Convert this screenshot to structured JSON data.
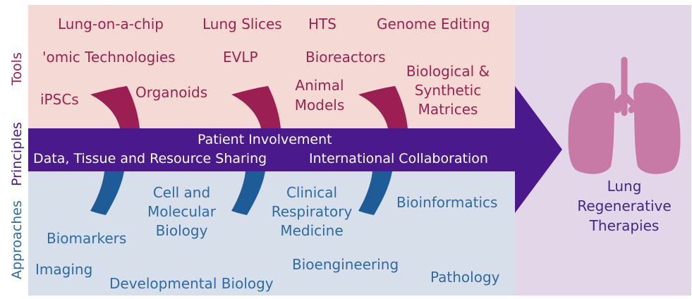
{
  "side_labels": {
    "tools": "Tools",
    "principles": "Principles",
    "approaches": "Approaches"
  },
  "tools": [
    "Lung-on-a-chip",
    "Lung Slices",
    "HTS",
    "Genome Editing",
    "'omic Technologies",
    "EVLP",
    "Bioreactors",
    "Biological & Synthetic Matrices",
    "iPSCs",
    "Organoids",
    "Animal Models"
  ],
  "principles": [
    "Patient Involvement",
    "Data, Tissue and Resource Sharing",
    "International Collaboration"
  ],
  "approaches": [
    "Cell and Molecular Biology",
    "Clinical Respiratory Medicine",
    "Bioinformatics",
    "Biomarkers",
    "Imaging",
    "Developmental Biology",
    "Bioengineering",
    "Pathology"
  ],
  "outcome": "Lung Regenerative Therapies",
  "colors": {
    "tools_bg": "#f4d9d4",
    "approaches_bg": "#d7e0ea",
    "outcome_bg": "#e3d6e9",
    "tools_text": "#9b2353",
    "approaches_text": "#2f6aa3",
    "arrow": "#4a1a8c",
    "lung": "#c87aa6",
    "outcome_text": "#3d2a86"
  },
  "icons": [
    "lung-icon",
    "funnel-arrow-icon"
  ]
}
